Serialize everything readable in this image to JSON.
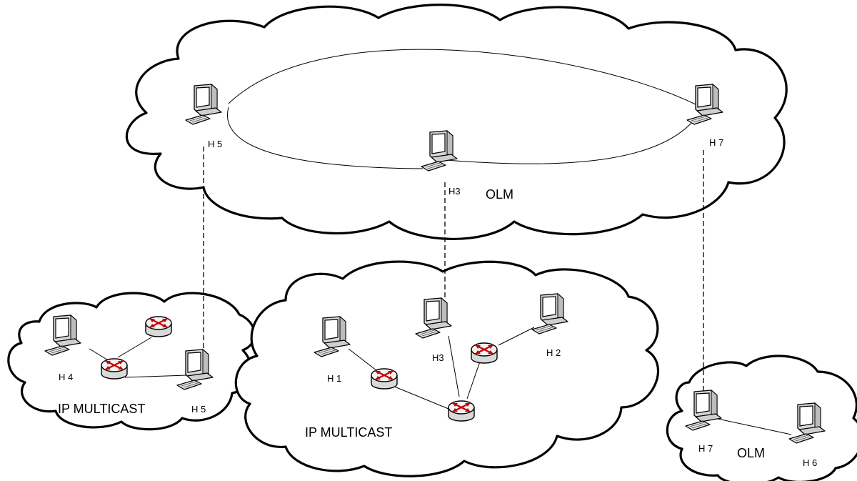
{
  "top_cloud": {
    "label": "OLM",
    "hosts": [
      {
        "id": "h5",
        "label": "H 5"
      },
      {
        "id": "h3",
        "label": "H3"
      },
      {
        "id": "h7",
        "label": "H 7"
      }
    ]
  },
  "left_cloud": {
    "label": "IP MULTICAST",
    "hosts": [
      {
        "id": "h4",
        "label": "H 4"
      },
      {
        "id": "h5",
        "label": "H 5"
      }
    ]
  },
  "middle_cloud": {
    "label": "IP MULTICAST",
    "hosts": [
      {
        "id": "h1",
        "label": "H 1"
      },
      {
        "id": "h3",
        "label": "H3"
      },
      {
        "id": "h2",
        "label": "H 2"
      }
    ]
  },
  "right_cloud": {
    "label": "OLM",
    "hosts": [
      {
        "id": "h7",
        "label": "H 7"
      },
      {
        "id": "h6",
        "label": "H 6"
      }
    ]
  },
  "colors": {
    "router_arrow": "#c00000",
    "router_body": "#e8e8e8",
    "outline": "#000000"
  },
  "icons": {
    "host": "computer-icon",
    "router": "router-icon"
  }
}
